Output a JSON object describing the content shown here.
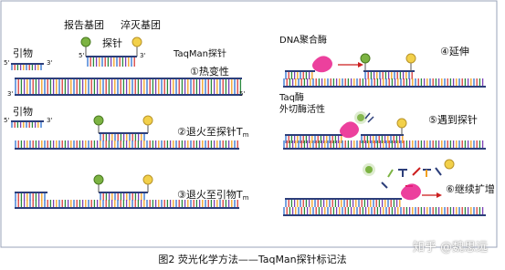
{
  "labels": {
    "reporter": "报告基团",
    "quencher": "淬灭基团",
    "probe": "探针",
    "taqman_probe": "TaqMan探针",
    "primer_top": "引物",
    "primer_mid": "引物",
    "step1": "①热变性",
    "step2_main": "②退火至探针T",
    "step2_sub": "m",
    "step3_main": "③退火至引物T",
    "step3_sub": "m",
    "dna_polymerase": "DNA聚合酶",
    "step4": "④延伸",
    "taq_enzyme": "Taq酶",
    "exo_activity": "外切酶活性",
    "step5": "⑤遇到探针",
    "step6": "⑥继续扩增",
    "five_prime": "5'",
    "three_prime": "3'"
  },
  "caption": "图2 荧光化学方法——TaqMan探针标记法",
  "watermark": "知乎 @魏思远",
  "colors": {
    "strand": "#2c3e7a",
    "reporter": "#7cb342",
    "quencher": "#f2d04a",
    "polymerase": "#e91e8c",
    "arrow": "#cc1f1f",
    "border": "#9aa3b8"
  }
}
